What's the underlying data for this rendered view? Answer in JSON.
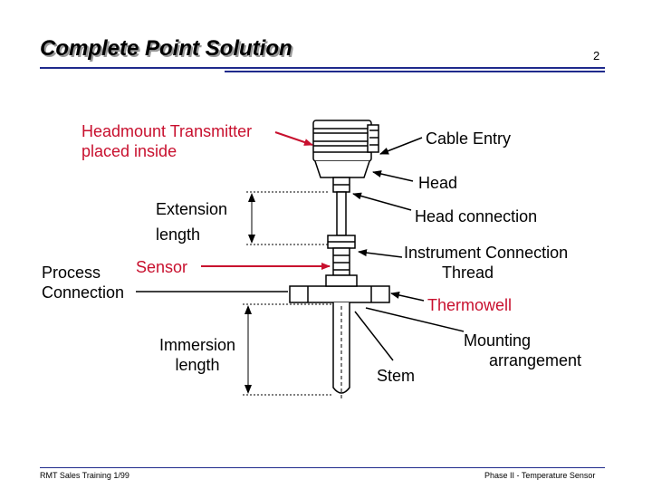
{
  "header": {
    "title": "Complete Point Solution",
    "page_number": "2"
  },
  "labels": {
    "headmount_transmitter_line1": "Headmount Transmitter",
    "headmount_transmitter_line2": "placed inside",
    "cable_entry": "Cable Entry",
    "head": "Head",
    "extension_length_line1": "Extension",
    "extension_length_line2": "length",
    "head_connection": "Head connection",
    "sensor": "Sensor",
    "instrument_connection_line1": "Instrument Connection",
    "instrument_connection_line2": "Thread",
    "process_connection_line1": "Process",
    "process_connection_line2": "Connection",
    "thermowell": "Thermowell",
    "immersion_length_line1": "Immersion",
    "immersion_length_line2": "length",
    "stem": "Stem",
    "mounting_arrangement_line1": "Mounting",
    "mounting_arrangement_line2": "arrangement"
  },
  "footer": {
    "left": "RMT Sales Training 1/99",
    "right": "Phase II - Temperature Sensor"
  },
  "colors": {
    "accent_blue": "#1f2a8c",
    "callout_red": "#c8102e"
  }
}
